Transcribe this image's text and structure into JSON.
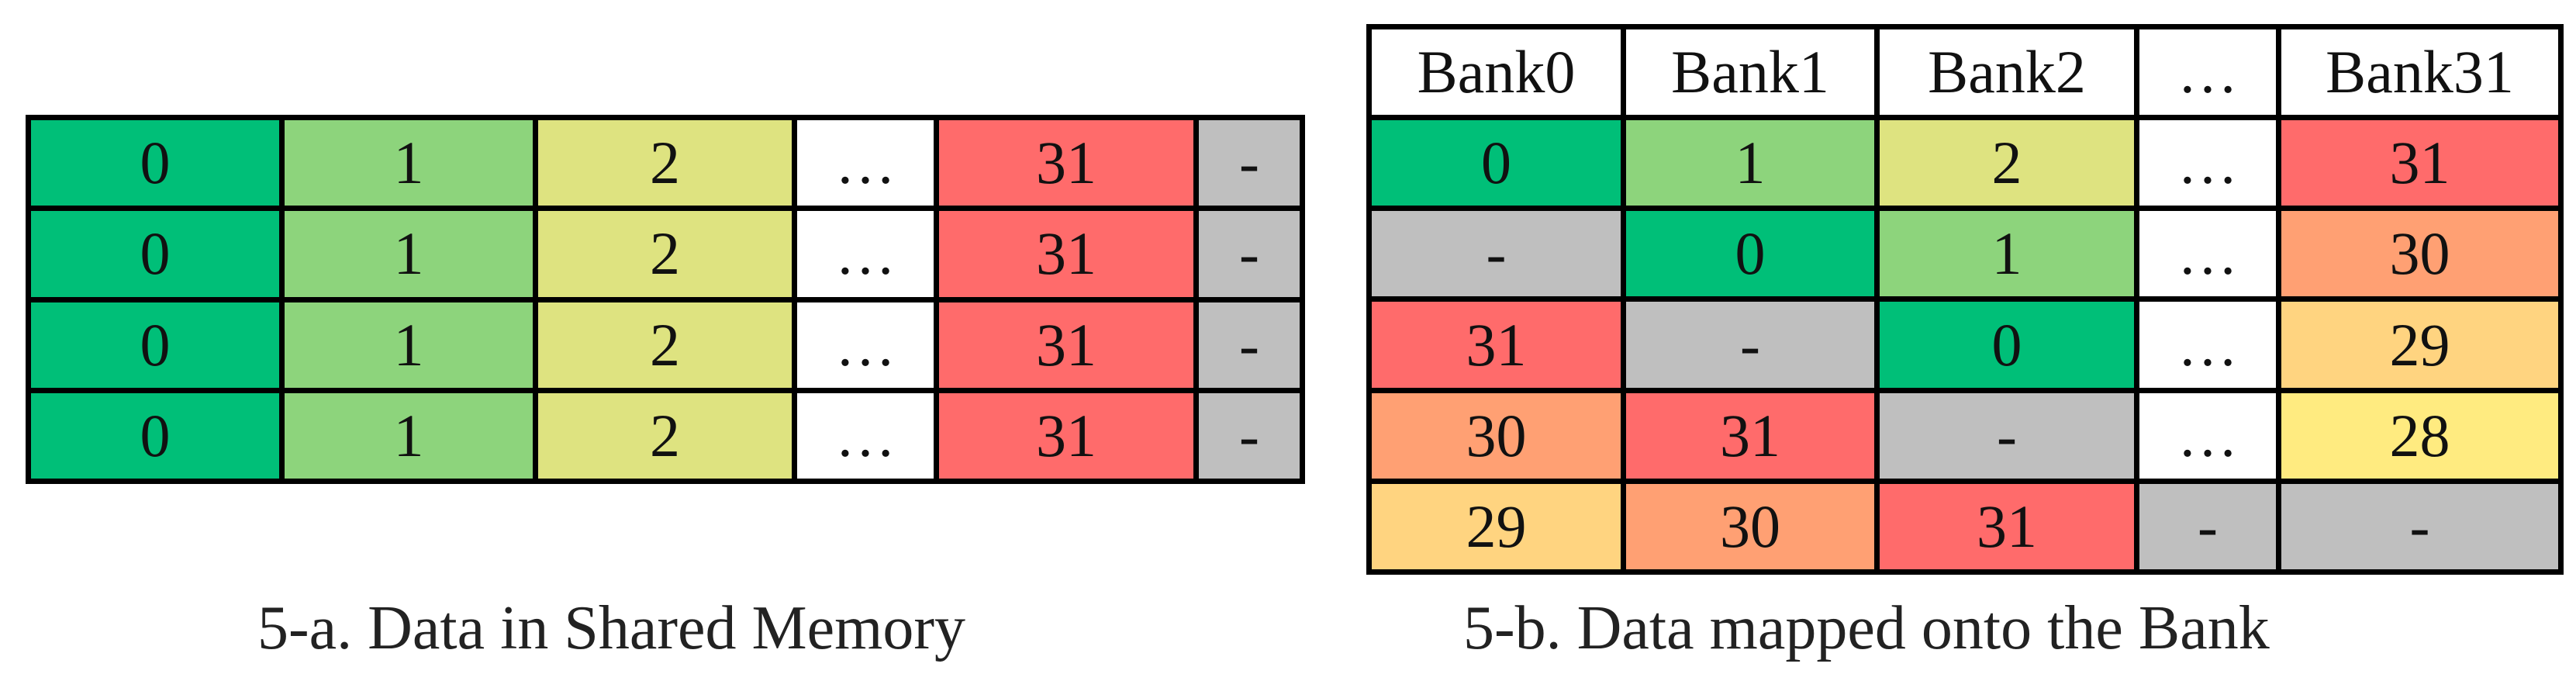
{
  "colors": {
    "c0": "#00BF78",
    "c1": "#8DD47C",
    "c2": "#DEE380",
    "c28": "#FFEB80",
    "c29": "#FFD480",
    "c30": "#FFA073",
    "c31": "#FF6B6B",
    "empty": "#BFBFBF",
    "ellipsis": "#FFFFFF"
  },
  "shared_memory": {
    "caption": "5-a. Data in Shared Memory",
    "rows": [
      [
        {
          "v": "0",
          "c": "c0"
        },
        {
          "v": "1",
          "c": "c1"
        },
        {
          "v": "2",
          "c": "c2"
        },
        {
          "v": "…",
          "c": "ellipsis"
        },
        {
          "v": "31",
          "c": "c31"
        },
        {
          "v": "-",
          "c": "empty"
        }
      ],
      [
        {
          "v": "0",
          "c": "c0"
        },
        {
          "v": "1",
          "c": "c1"
        },
        {
          "v": "2",
          "c": "c2"
        },
        {
          "v": "…",
          "c": "ellipsis"
        },
        {
          "v": "31",
          "c": "c31"
        },
        {
          "v": "-",
          "c": "empty"
        }
      ],
      [
        {
          "v": "0",
          "c": "c0"
        },
        {
          "v": "1",
          "c": "c1"
        },
        {
          "v": "2",
          "c": "c2"
        },
        {
          "v": "…",
          "c": "ellipsis"
        },
        {
          "v": "31",
          "c": "c31"
        },
        {
          "v": "-",
          "c": "empty"
        }
      ],
      [
        {
          "v": "0",
          "c": "c0"
        },
        {
          "v": "1",
          "c": "c1"
        },
        {
          "v": "2",
          "c": "c2"
        },
        {
          "v": "…",
          "c": "ellipsis"
        },
        {
          "v": "31",
          "c": "c31"
        },
        {
          "v": "-",
          "c": "empty"
        }
      ]
    ]
  },
  "bank_mapping": {
    "caption": "5-b.  Data mapped onto the Bank",
    "headers": [
      "Bank0",
      "Bank1",
      "Bank2",
      "…",
      "Bank31"
    ],
    "rows": [
      [
        {
          "v": "0",
          "c": "c0"
        },
        {
          "v": "1",
          "c": "c1"
        },
        {
          "v": "2",
          "c": "c2"
        },
        {
          "v": "…",
          "c": "ellipsis"
        },
        {
          "v": "31",
          "c": "c31"
        }
      ],
      [
        {
          "v": "-",
          "c": "empty"
        },
        {
          "v": "0",
          "c": "c0"
        },
        {
          "v": "1",
          "c": "c1"
        },
        {
          "v": "…",
          "c": "ellipsis"
        },
        {
          "v": "30",
          "c": "c30"
        }
      ],
      [
        {
          "v": "31",
          "c": "c31"
        },
        {
          "v": "-",
          "c": "empty"
        },
        {
          "v": "0",
          "c": "c0"
        },
        {
          "v": "…",
          "c": "ellipsis"
        },
        {
          "v": "29",
          "c": "c29"
        }
      ],
      [
        {
          "v": "30",
          "c": "c30"
        },
        {
          "v": "31",
          "c": "c31"
        },
        {
          "v": "-",
          "c": "empty"
        },
        {
          "v": "…",
          "c": "ellipsis"
        },
        {
          "v": "28",
          "c": "c28"
        }
      ],
      [
        {
          "v": "29",
          "c": "c29"
        },
        {
          "v": "30",
          "c": "c30"
        },
        {
          "v": "31",
          "c": "c31"
        },
        {
          "v": "-",
          "c": "empty"
        },
        {
          "v": "-",
          "c": "empty"
        }
      ]
    ]
  }
}
